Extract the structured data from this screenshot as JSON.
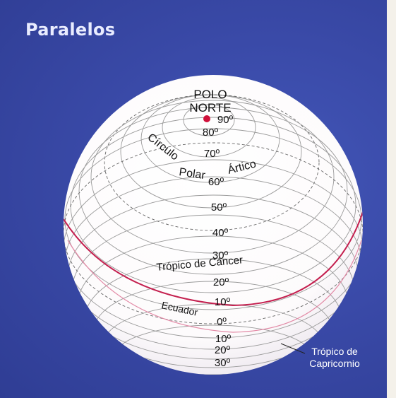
{
  "title": "Paralelos",
  "pole_label_1": "POLO",
  "pole_label_2": "NORTE",
  "lat_90": "90º",
  "lat_80": "80º",
  "lat_70": "70º",
  "lat_60": "60º",
  "lat_50": "50º",
  "lat_40": "40º",
  "lat_30n": "30º",
  "lat_20n": "20º",
  "lat_10n": "10º",
  "lat_0": "0º",
  "lat_10s": "10º",
  "lat_20s": "20º",
  "lat_30s": "30º",
  "circulo": "Círculo",
  "polar": "Polar",
  "artico": "Ártico",
  "tropico_cancer": "Trópico de Cáncer",
  "ecuador": "Ecuador",
  "tropico_cap_1": "Trópico de",
  "tropico_cap_2": "Capricornio",
  "colors": {
    "background": "#3a4aa8",
    "globe": "#ffffff",
    "special_parallel": "#c4204f",
    "pole_dot": "#d0103a"
  }
}
